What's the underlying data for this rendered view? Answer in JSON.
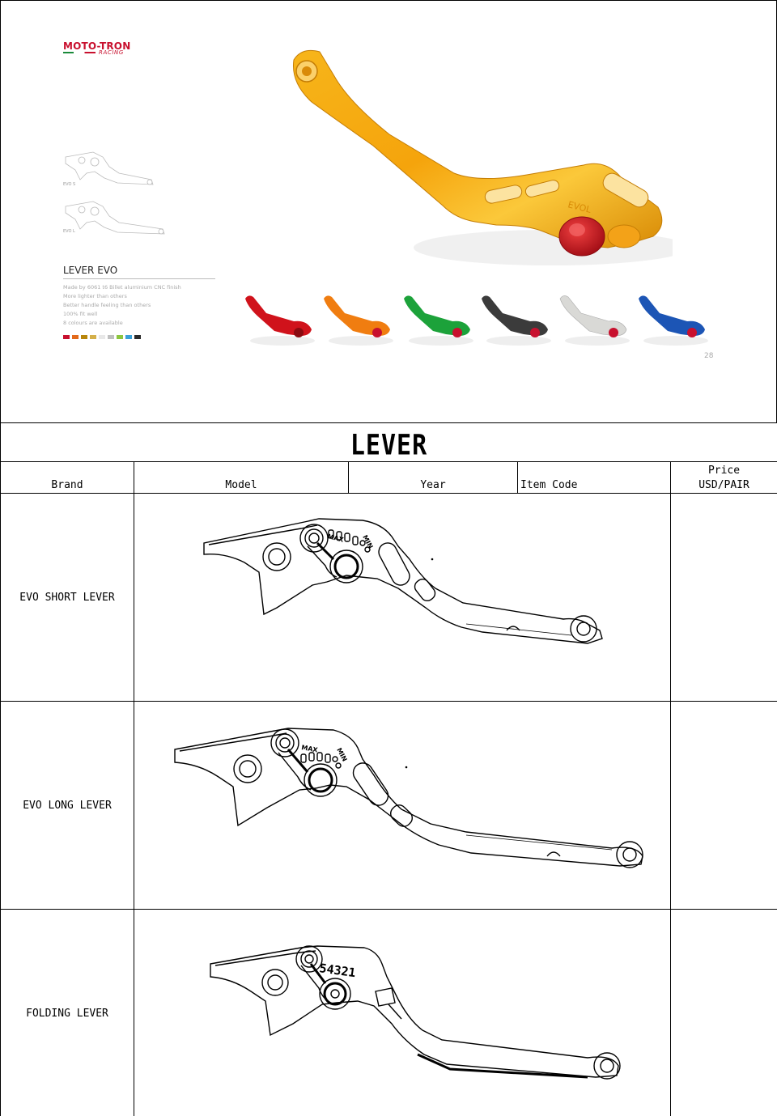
{
  "catalog": {
    "brand_name": "MOTO-TRON",
    "brand_sub": "RACING",
    "thumb_labels": [
      "EVO S",
      "EVO L"
    ],
    "product_title": "LEVER EVO",
    "features": [
      "Made by 6061 t6 Billet aluminium CNC finish",
      "More lighter than others",
      "Better handle feeling than others",
      "100% fit well",
      "8 colours are available"
    ],
    "lever_engraving": "EVOL",
    "swatch_colors": [
      "#c8102e",
      "#e36a1c",
      "#b8860b",
      "#d4b04a",
      "#e8e8e8",
      "#c0c0c0",
      "#8cc63f",
      "#3aa0d8",
      "#2a2a2a"
    ],
    "variant_colors": [
      "#d0121b",
      "#f07d10",
      "#1ca23a",
      "#3b3b3b",
      "#d9d9d6",
      "#1c55b5"
    ],
    "page_number": "28"
  },
  "table": {
    "title": "LEVER",
    "headers": {
      "brand": "Brand",
      "model": "Model",
      "year": "Year",
      "item_code": "Item Code",
      "price_line1": "Price",
      "price_line2": "USD/PAIR"
    },
    "rows": [
      {
        "brand": "EVO SHORT LEVER",
        "dial_max": "MAX",
        "dial_min": "MIN"
      },
      {
        "brand": "EVO LONG LEVER",
        "dial_max": "MAX",
        "dial_min": "MIN"
      },
      {
        "brand": "FOLDING LEVER",
        "dial_numbers": "54321"
      }
    ]
  }
}
